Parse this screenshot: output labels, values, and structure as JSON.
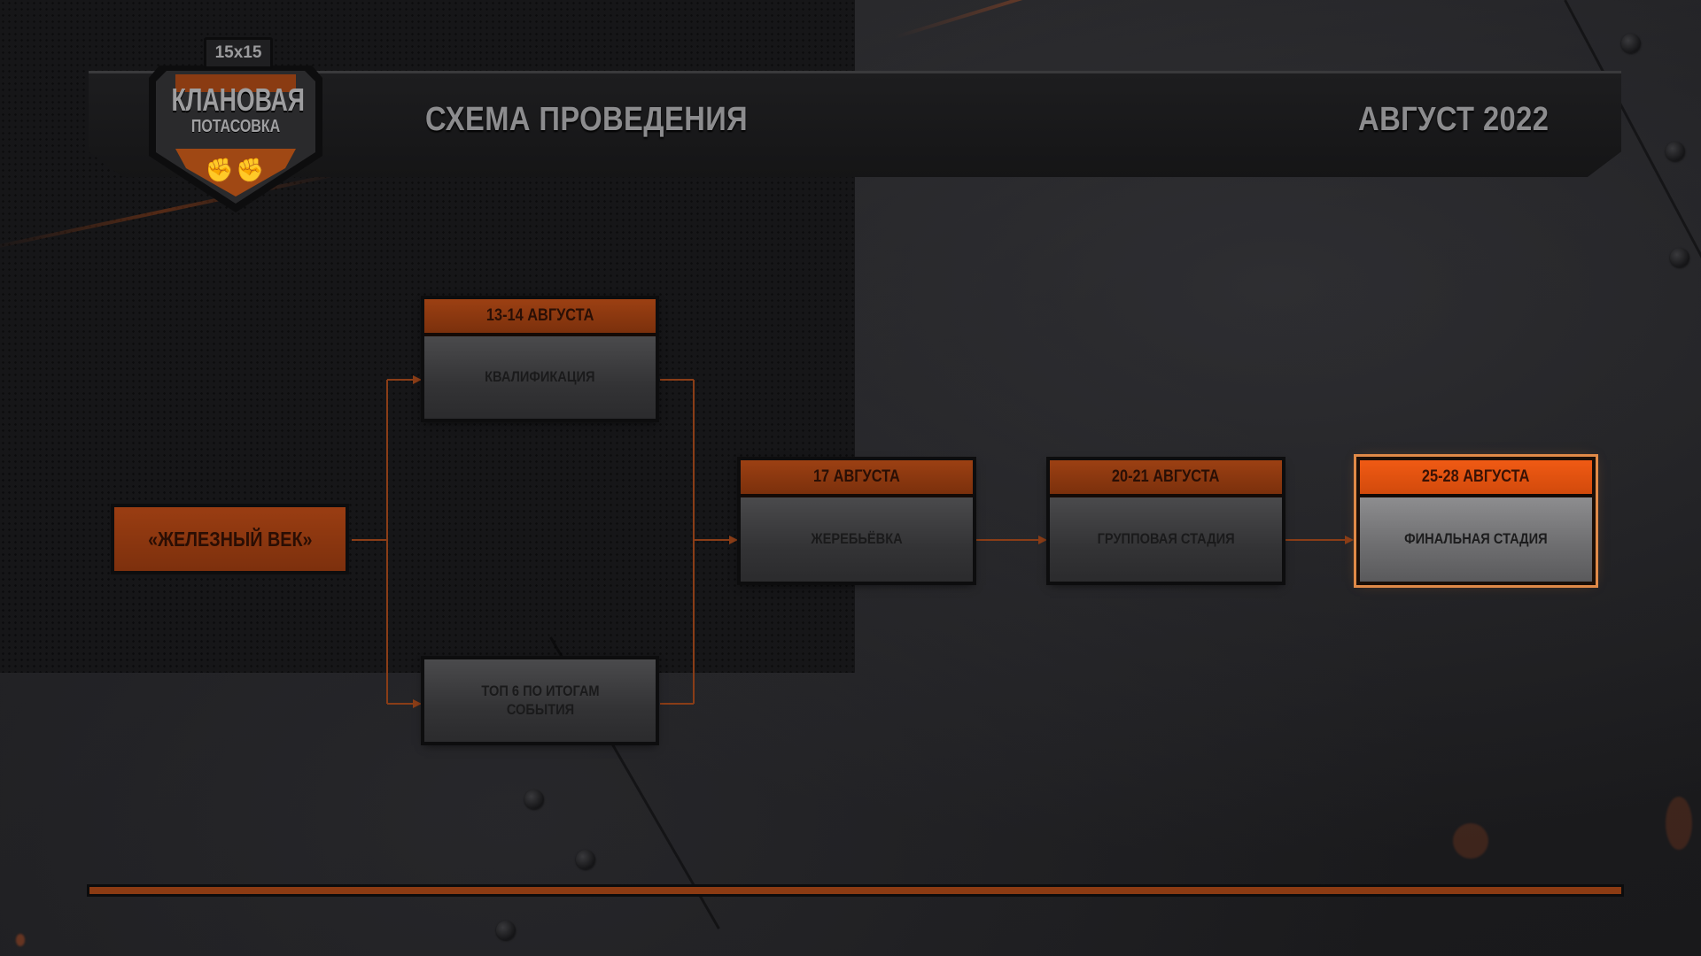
{
  "header": {
    "title": "СХЕМА ПРОВЕДЕНИЯ",
    "date": "АВГУСТ 2022"
  },
  "logo": {
    "badge": "15x15",
    "line1": "КЛАНОВАЯ",
    "line2": "ПОТАСОВКА",
    "emblem": "fists-icon"
  },
  "start": {
    "label": "«ЖЕЛЕЗНЫЙ ВЕК»"
  },
  "stages": [
    {
      "date": "13-14 АВГУСТА",
      "label": "КВАЛИФИКАЦИЯ"
    },
    {
      "date": "",
      "label": "ТОП 6 ПО ИТОГАМ СОБЫТИЯ"
    },
    {
      "date": "17 АВГУСТА",
      "label": "ЖЕРЕБЬЁВКА"
    },
    {
      "date": "20-21 АВГУСТА",
      "label": "ГРУППОВАЯ СТАДИЯ"
    },
    {
      "date": "25-28 АВГУСТА",
      "label": "ФИНАЛЬНАЯ СТАДИЯ",
      "highlighted": true
    }
  ],
  "flow": [
    {
      "from": "start",
      "to": "stages.0"
    },
    {
      "from": "start",
      "to": "stages.1"
    },
    {
      "from": "stages.0",
      "to": "stages.2"
    },
    {
      "from": "stages.1",
      "to": "stages.2"
    },
    {
      "from": "stages.2",
      "to": "stages.3"
    },
    {
      "from": "stages.3",
      "to": "stages.4"
    }
  ],
  "colors": {
    "accent": "#9c4013",
    "accent_highlight": "#f05a14",
    "connector": "#8a3d17",
    "background": "#1c1c1e"
  }
}
